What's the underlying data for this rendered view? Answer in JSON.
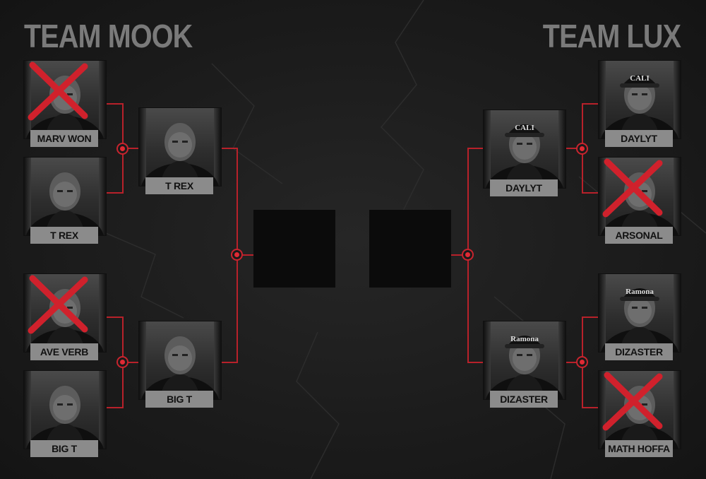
{
  "teams": {
    "left": "TEAM MOOK",
    "right": "TEAM LUX"
  },
  "colors": {
    "bracket": "#b8212a",
    "label_bg": "#8b8b8b",
    "eliminated_x": "#d0212c",
    "title": "#7a7a7a"
  },
  "round1_left": [
    {
      "name": "MARV WON",
      "eliminated": true
    },
    {
      "name": "T REX",
      "eliminated": false
    },
    {
      "name": "AVE VERB",
      "eliminated": true
    },
    {
      "name": "BIG T",
      "eliminated": false
    }
  ],
  "round2_left": [
    {
      "name": "T REX"
    },
    {
      "name": "BIG T"
    }
  ],
  "round1_right": [
    {
      "name": "DAYLYT",
      "eliminated": false,
      "hat": "CALI"
    },
    {
      "name": "ARSONAL",
      "eliminated": true
    },
    {
      "name": "DIZASTER",
      "eliminated": false,
      "hat": "Ramona"
    },
    {
      "name": "MATH HOFFA",
      "eliminated": true
    }
  ],
  "round2_right": [
    {
      "name": "DAYLYT",
      "hat": "CALI"
    },
    {
      "name": "DIZASTER",
      "hat": "Ramona"
    }
  ]
}
